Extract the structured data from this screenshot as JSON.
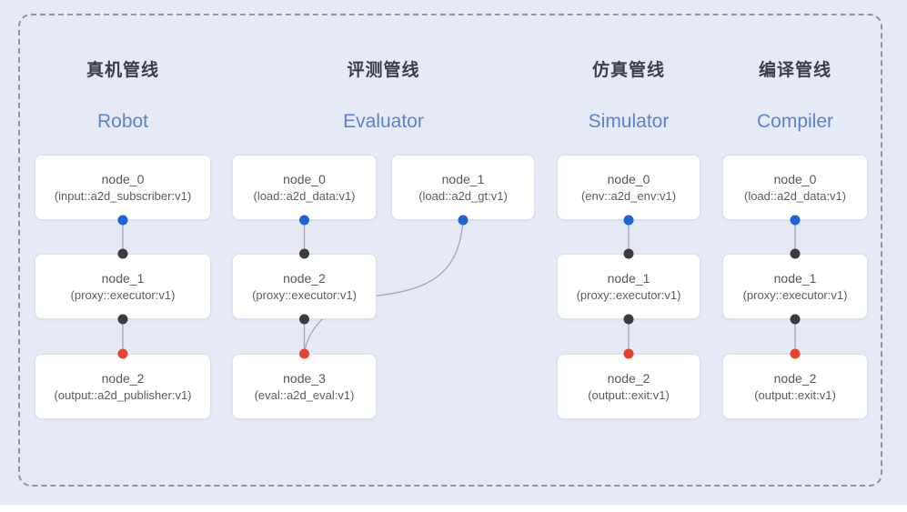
{
  "colors": {
    "background": "#e6eaf7",
    "frame_dash": "#8d939f",
    "node_bg": "#ffffff",
    "node_border": "#dce0e9",
    "line": "#a3a8b2",
    "blue_port": "#1f63da",
    "black_port": "#3c3c40",
    "red_port": "#e8432f",
    "title_cn_color": "#3a4047",
    "title_en_color": "#5b83cb"
  },
  "pipelines": [
    {
      "id": "robot",
      "title_cn": "真机管线",
      "title_en": "Robot",
      "nodes": [
        {
          "name": "node_0",
          "type": "(input::a2d_subscriber:v1)"
        },
        {
          "name": "node_1",
          "type": "(proxy::executor:v1)"
        },
        {
          "name": "node_2",
          "type": "(output::a2d_publisher:v1)"
        }
      ]
    },
    {
      "id": "evaluator",
      "title_cn": "评测管线",
      "title_en": "Evaluator",
      "nodes": [
        {
          "name": "node_0",
          "type": "(load::a2d_data:v1)"
        },
        {
          "name": "node_1",
          "type": "(load::a2d_gt:v1)"
        },
        {
          "name": "node_2",
          "type": "(proxy::executor:v1)"
        },
        {
          "name": "node_3",
          "type": "(eval::a2d_eval:v1)"
        }
      ]
    },
    {
      "id": "simulator",
      "title_cn": "仿真管线",
      "title_en": "Simulator",
      "nodes": [
        {
          "name": "node_0",
          "type": "(env::a2d_env:v1)"
        },
        {
          "name": "node_1",
          "type": "(proxy::executor:v1)"
        },
        {
          "name": "node_2",
          "type": "(output::exit:v1)"
        }
      ]
    },
    {
      "id": "compiler",
      "title_cn": "编译管线",
      "title_en": "Compiler",
      "nodes": [
        {
          "name": "node_0",
          "type": "(load::a2d_data:v1)"
        },
        {
          "name": "node_1",
          "type": "(proxy::executor:v1)"
        },
        {
          "name": "node_2",
          "type": "(output::exit:v1)"
        }
      ]
    }
  ]
}
